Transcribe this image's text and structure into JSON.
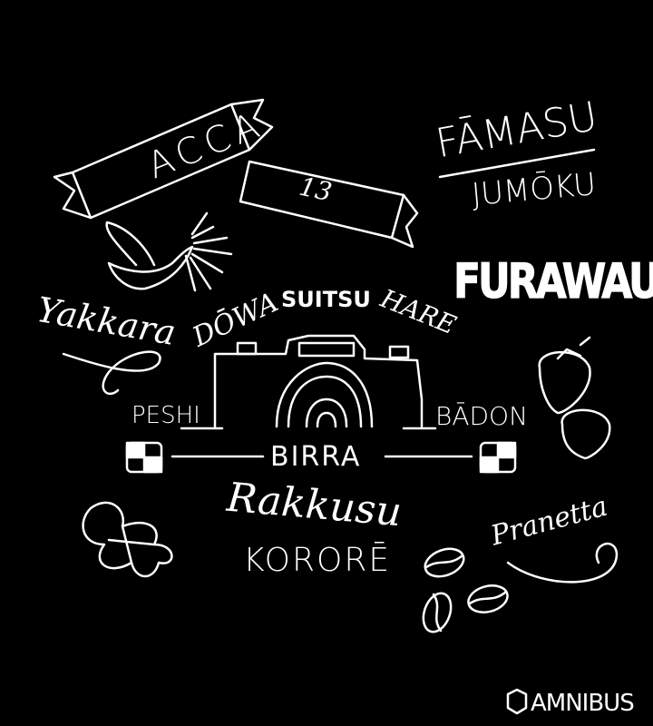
{
  "words": {
    "acca": "ACCA",
    "thirteen": "13",
    "famasu": "FĀMASU",
    "jumoku": "JUMŌKU",
    "furawau": "FURAWAU",
    "yakkara": "Yakkara",
    "dowa": "DŌWA",
    "suitsu": "SUITSU",
    "hare": "HARE",
    "peshi": "PESHI",
    "badon": "BĀDON",
    "birra": "BIRRA",
    "rakkusu": "Rakkusu",
    "korore": "KORORĒ",
    "pranetta": "Pranetta"
  },
  "logo": {
    "text": "AMNIBUS"
  },
  "colors": {
    "background": "#000000",
    "ink": "#ffffff"
  }
}
